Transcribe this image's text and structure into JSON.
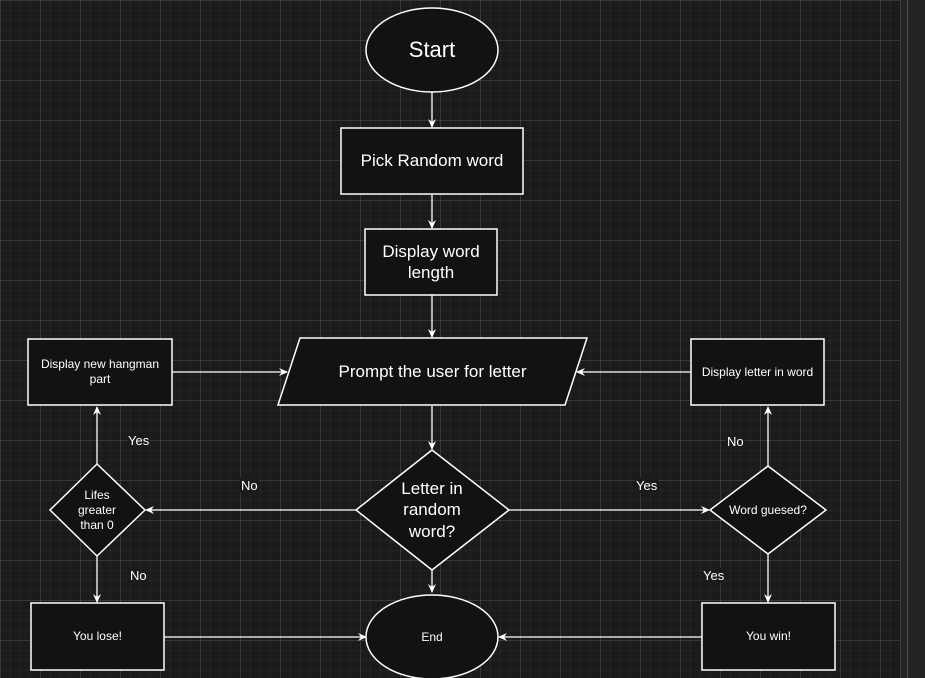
{
  "nodes": {
    "start": "Start",
    "pick_word": "Pick Random word",
    "display_length": "Display word length",
    "prompt": "Prompt the user for letter",
    "letter_check": "Letter in random word?",
    "lifes_check": "Lifes greater than 0",
    "word_guessed_check": "Word guesed?",
    "hangman_part": "Display new hangman part",
    "display_letter": "Display letter in word",
    "lose": "You lose!",
    "win": "You win!",
    "end": "End"
  },
  "edges": {
    "letter_no": "No",
    "letter_yes": "Yes",
    "lifes_yes": "Yes",
    "lifes_no": "No",
    "guessed_no": "No",
    "guessed_yes": "Yes"
  },
  "colors": {
    "background": "#1b1b1b",
    "shape_fill": "#121212",
    "stroke": "#ffffff"
  }
}
